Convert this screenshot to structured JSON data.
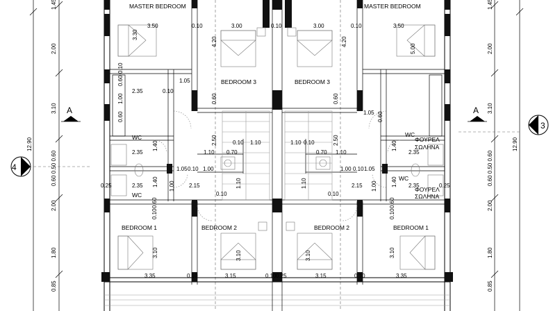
{
  "rooms": {
    "master_bedroom_left": "MASTER BEDROOM",
    "master_bedroom_right": "MASTER BEDROOM",
    "bedroom3_left": "BEDROOM 3",
    "bedroom3_right": "BEDROOM 3",
    "wc_left_upper": "WC",
    "wc_left_lower": "WC",
    "wc_right_upper": "WC",
    "wc_right_lower": "WC",
    "bedroom1_left": "BEDROOM 1",
    "bedroom1_right": "BEDROOM 1",
    "bedroom2_left": "BEDROOM 2",
    "bedroom2_right": "BEDROOM 2",
    "boiler_upper_l1": "ΦΟΥΡΕΛ",
    "boiler_upper_l2": "ΣΩΛΗΝΑ",
    "boiler_lower_l1": "ΦΟΥΡΕΛ",
    "boiler_lower_l2": "ΣΩΛΗΝΑ"
  },
  "section_markers": {
    "left": "A",
    "right": "A"
  },
  "grid_markers": {
    "left": "4",
    "right": "3"
  },
  "dimensions": {
    "d350_l": "3.50",
    "d010_a": "0.10",
    "d300_l": "3.00",
    "d010_b": "0.10",
    "d300_r": "3.00",
    "d010_c": "0.10",
    "d350_r": "3.50",
    "d330": "3.30",
    "d420_l": "4.20",
    "d420_r": "4.20",
    "d500": "5.00",
    "d010_v1": "0.10",
    "d060_v1": "0.60",
    "d105_l": "1.05",
    "d235_a": "2.35",
    "d010_d": "0.10",
    "d100_v1": "1.00",
    "d060_v2": "0.60",
    "d060_v3": "0.60",
    "d060_v4": "0.60",
    "d105_r": "1.05",
    "d060_v5": "0.60",
    "d235_b": "2.35",
    "d140_v1": "1.40",
    "d110_a": "1.10",
    "d070_a": "0.70",
    "d250_l": "2.50",
    "d010_e": "0.10",
    "d110_b": "1.10",
    "d110_c": "1.10",
    "d010_f": "0.10",
    "d250_r": "2.50",
    "d070_b": "0.70",
    "d110_d": "1.10",
    "d140_v2": "1.40",
    "d235_c": "2.35",
    "d105_m1": "1.05",
    "d010_g": "0.10",
    "d100_a": "1.00",
    "d100_b": "1.00",
    "d010_h": "0.10",
    "d105_m2": "1.05",
    "d025_l": "0.25",
    "d235_d": "2.35",
    "d140_v3": "1.40",
    "d100_v2": "1.00",
    "d215_l": "2.15",
    "d110_v1": "1.10",
    "d110_v2": "1.10",
    "d215_r": "2.15",
    "d100_v3": "1.00",
    "d140_v4": "1.40",
    "d235_e": "2.35",
    "d025_r": "0.25",
    "d010_i": "0.10",
    "d010_j": "0.10",
    "d060_v6": "0.60",
    "d010_v2": "0.10",
    "d060_v7": "0.60",
    "d010_v3": "0.10",
    "d310_a": "3.10",
    "d310_b": "3.10",
    "d310_c": "3.10",
    "d310_d": "3.10",
    "d335_l": "3.35",
    "d010_k": "0.10",
    "d315_l": "3.15",
    "d010_l": "0.10",
    "d025_m": "0.25",
    "d315_r": "3.15",
    "d010_m": "0.10",
    "d335_r": "3.35"
  },
  "side_dims": {
    "left_total": "12.90",
    "left_1": "1.45",
    "left_2": "2.00",
    "left_3": "3.10",
    "left_4": "0.60 0.50 0.60",
    "left_5": "2.00",
    "left_6": "1.80",
    "left_7": "0.85",
    "right_total": "12.90",
    "right_1": "1.45",
    "right_2": "2.00",
    "right_3": "3.10",
    "right_4": "0.60 0.50 0.60",
    "right_5": "2.00",
    "right_6": "1.80",
    "right_7": "0.85"
  }
}
